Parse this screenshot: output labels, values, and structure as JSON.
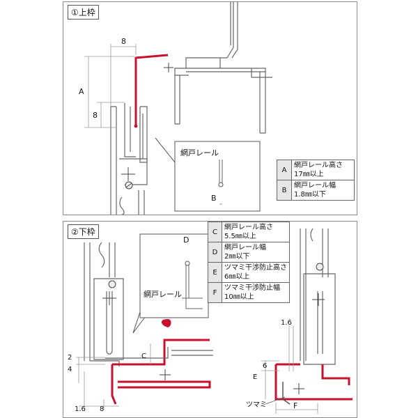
{
  "top_section": {
    "label": "①上枠",
    "dims": {
      "top": "8",
      "a": "A",
      "inner": "8",
      "b": "B"
    },
    "callout_label": "網戸レール",
    "specs": [
      {
        "key": "A",
        "line1": "網戸レール高さ",
        "line2": "17㎜以上"
      },
      {
        "key": "B",
        "line1": "網戸レール幅",
        "line2": "1.8㎜以下"
      }
    ]
  },
  "bottom_section": {
    "label": "②下枠",
    "dims": {
      "d": "D",
      "c": "C",
      "e": "E",
      "f": "F",
      "left_2": "2",
      "left_4": "4",
      "left_1_6": "1.6",
      "left_8": "8",
      "right_1_6": "1.6",
      "right_6": "6"
    },
    "callout_label": "網戸レール",
    "knob_label": "ツマミ",
    "specs": [
      {
        "key": "C",
        "line1": "網戸レール高さ",
        "line2": "5.5㎜以上"
      },
      {
        "key": "D",
        "line1": "網戸レール幅",
        "line2": "2㎜以下"
      },
      {
        "key": "E",
        "line1": "ツマミ干渉防止高さ",
        "line2": "6㎜以上"
      },
      {
        "key": "F",
        "line1": "ツマミ干渉防止幅",
        "line2": "10㎜以上"
      }
    ]
  },
  "colors": {
    "frame": "#666666",
    "accent": "#c8102e",
    "dim": "#777777",
    "label_bg": "#e6e6e6"
  }
}
